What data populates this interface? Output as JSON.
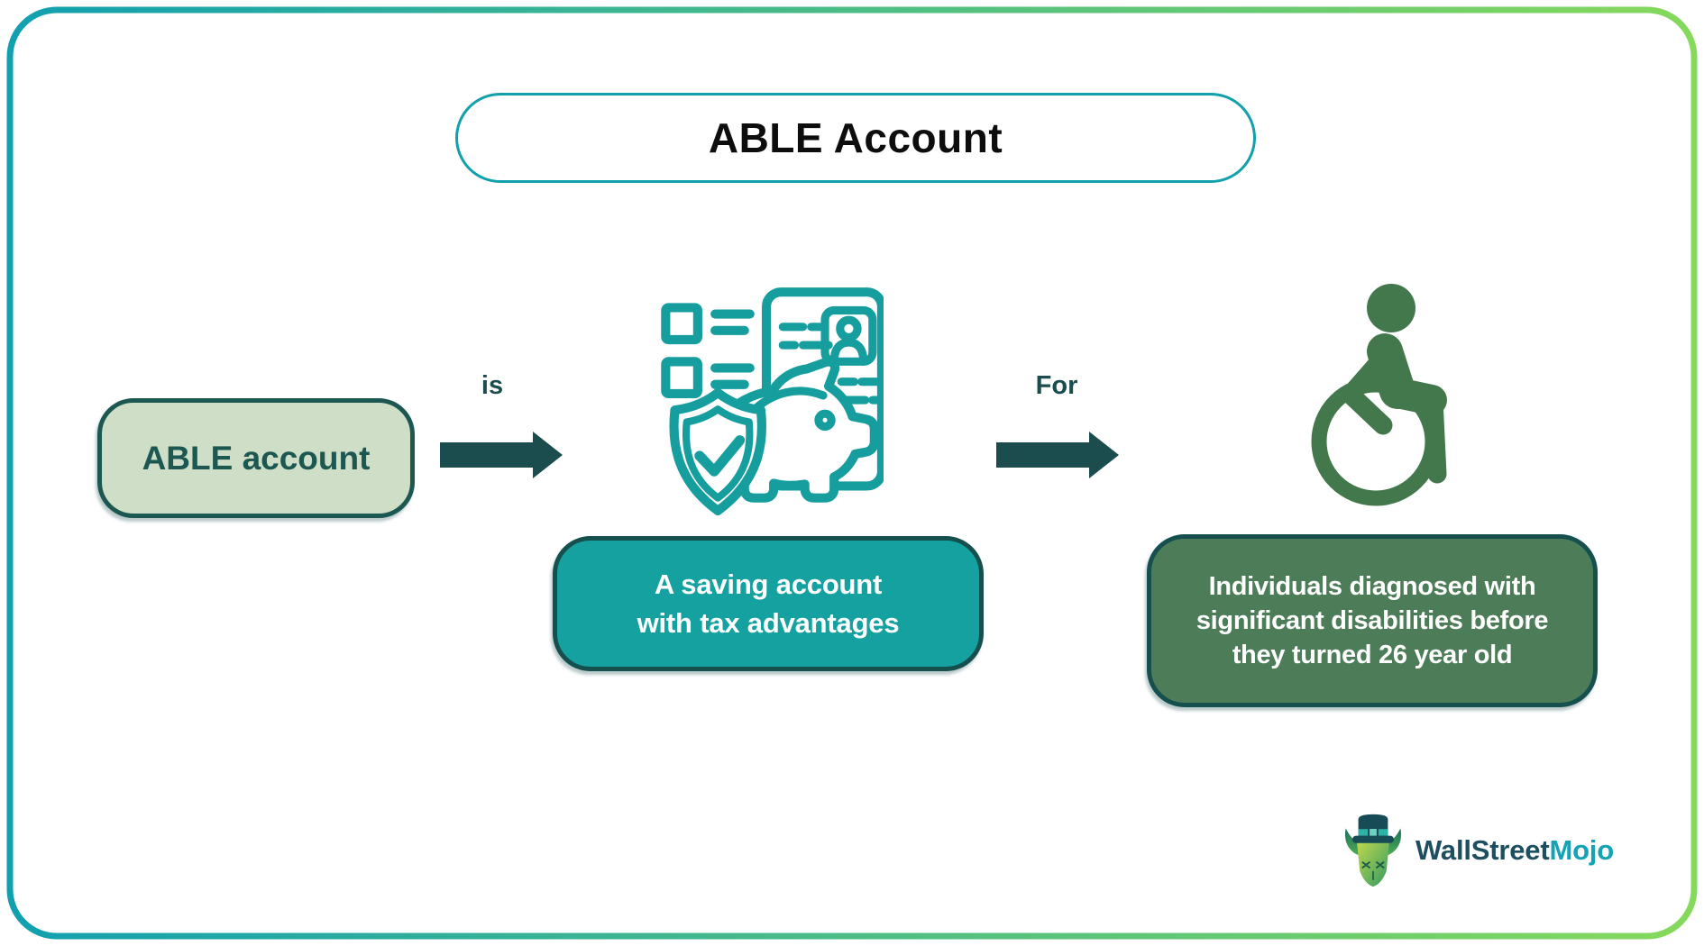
{
  "title": "ABLE Account",
  "flow": {
    "source_label": "ABLE account",
    "arrow1_label": "is",
    "arrow2_label": "For",
    "definition_lines": [
      "A saving account",
      "with tax advantages"
    ],
    "beneficiary_lines": [
      "Individuals diagnosed with",
      "significant disabilities before",
      "they turned 26 year old"
    ]
  },
  "icons": {
    "definition_icon": "piggy-bank-shield-document-checklist",
    "beneficiary_icon": "wheelchair-person",
    "logo_icon": "bull-with-top-hat",
    "arrow_icon": "solid-right-arrow"
  },
  "logo": {
    "part1": "WallStreet",
    "part2": "Mojo"
  },
  "colors": {
    "frame_gradient_start": "#12a0b0",
    "frame_gradient_end": "#85d95b",
    "title_border": "#12a0ac",
    "dark_teal": "#1b4d4f",
    "box_border": "#15504e",
    "sage_fill": "#cfdec6",
    "teal_fill": "#16a1a1",
    "green_fill": "#4d7d58",
    "icon_teal": "#169e9e",
    "wheelchair_green": "#43784c",
    "logo_dark": "#1d4f60",
    "logo_teal": "#14a3b5"
  }
}
